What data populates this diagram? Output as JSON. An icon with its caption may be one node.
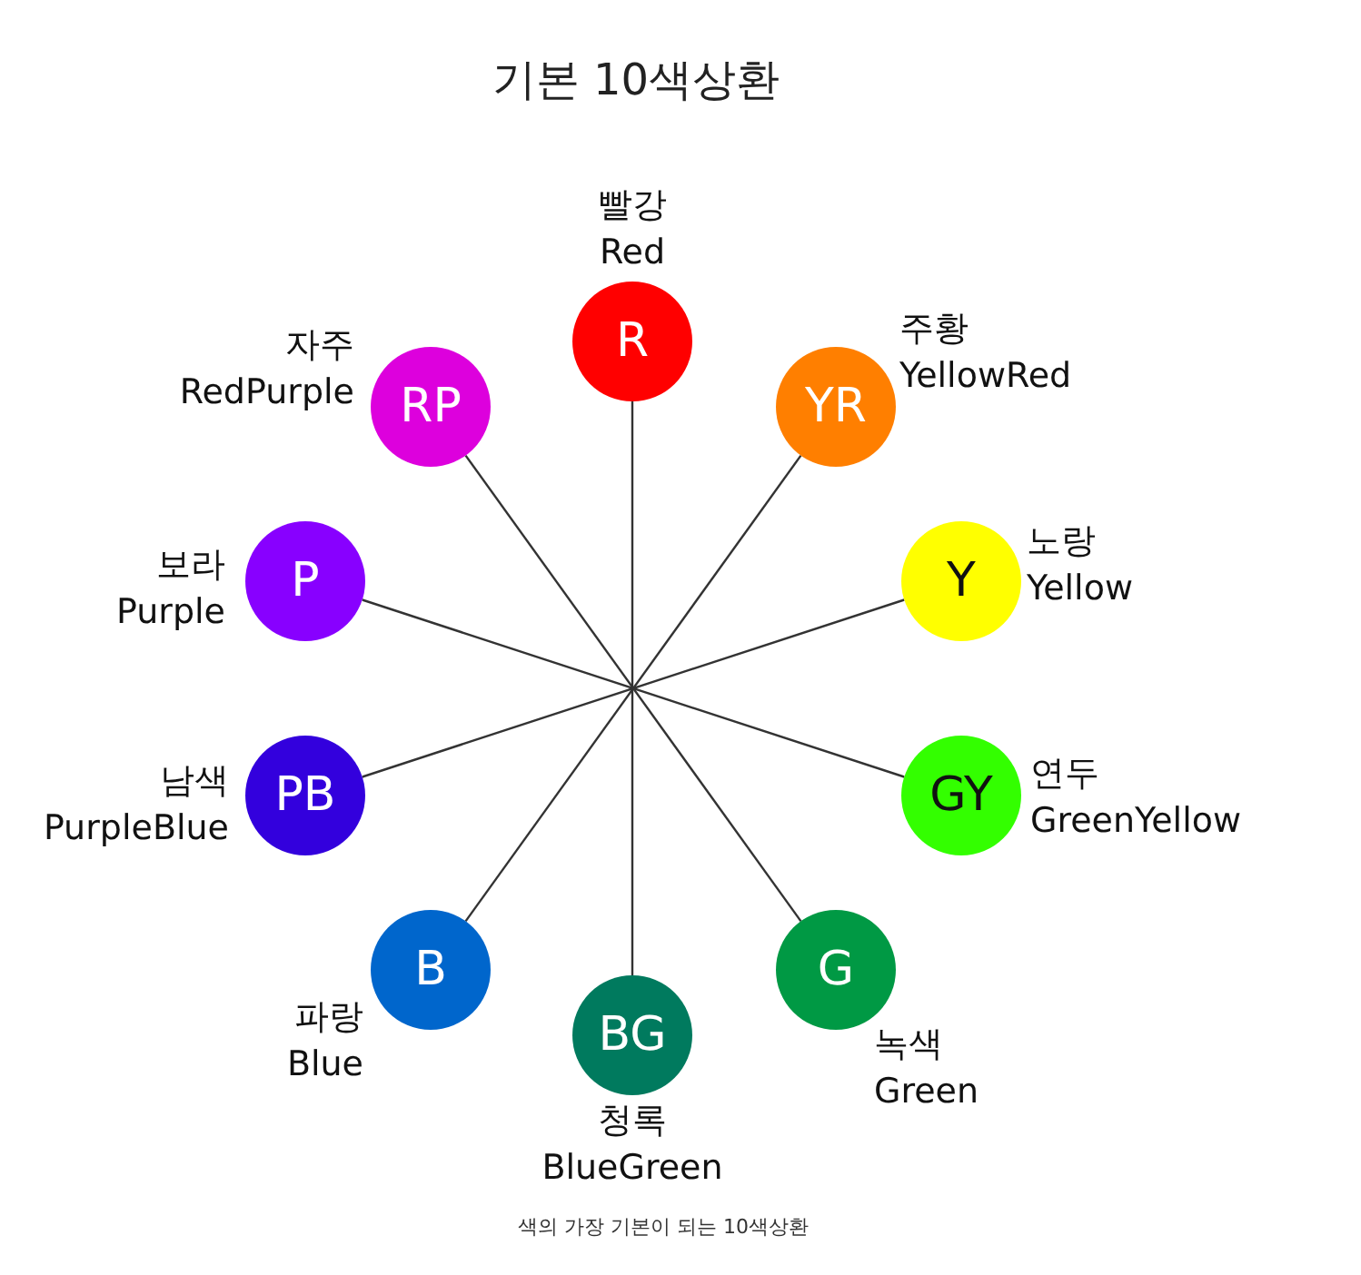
{
  "diagram": {
    "title": "기본 10색상환",
    "caption": "색의 가장 기본이 되는 10색상환",
    "nodes": [
      {
        "text": [
          "R"
        ],
        "beside": [
          "빨강",
          "Red"
        ]
      },
      {
        "text": [
          "YR"
        ],
        "beside": [
          "주황",
          "YellowRed"
        ]
      },
      {
        "text": [
          "Y"
        ],
        "beside": [
          "노랑",
          "Yellow"
        ]
      },
      {
        "text": [
          "GY"
        ],
        "beside": [
          "연두",
          "GreenYellow"
        ]
      },
      {
        "text": [
          "G"
        ],
        "beside": [
          "녹색",
          "Green"
        ]
      },
      {
        "text": [
          "BG"
        ],
        "beside": [
          "청록",
          "BlueGreen"
        ]
      },
      {
        "text": [
          "B"
        ],
        "beside": [
          "파랑",
          "Blue"
        ]
      },
      {
        "text": [
          "PB"
        ],
        "beside": [
          "남색",
          "PurpleBlue"
        ]
      },
      {
        "text": [
          "P"
        ],
        "beside": [
          "보라",
          "Purple"
        ]
      },
      {
        "text": [
          "RP"
        ],
        "beside": [
          "자주",
          "RedPurple"
        ]
      }
    ],
    "edges": [
      {
        "from": 0,
        "to": 5,
        "arrow": "none"
      },
      {
        "from": 1,
        "to": 6,
        "arrow": "none"
      },
      {
        "from": 2,
        "to": 7,
        "arrow": "none"
      },
      {
        "from": 3,
        "to": 8,
        "arrow": "none"
      },
      {
        "from": 4,
        "to": 9,
        "arrow": "none"
      }
    ]
  }
}
